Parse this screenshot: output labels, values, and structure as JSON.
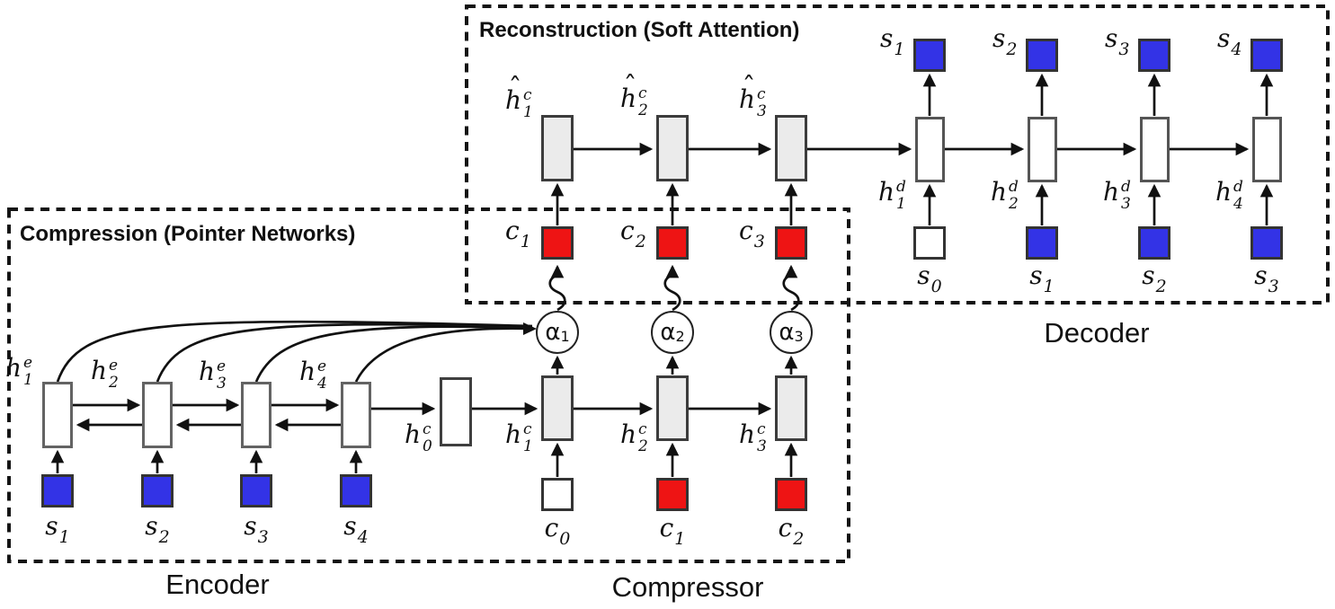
{
  "colors": {
    "blue": "#3333E6",
    "red": "#EE1414",
    "cell_fill": "#EBEBEB",
    "gray_box_border": "#3C3C3C",
    "white_box_border": "#636363",
    "square_border": "#333333",
    "line": "#111111"
  },
  "reconstruction": {
    "title": "Reconstruction (Soft Attention)",
    "hhat_labels": [
      {
        "hat": "ˆ",
        "base": "h",
        "sup": "c",
        "sub": "1"
      },
      {
        "hat": "ˆ",
        "base": "h",
        "sup": "c",
        "sub": "2"
      },
      {
        "hat": "ˆ",
        "base": "h",
        "sup": "c",
        "sub": "3"
      }
    ],
    "c_labels": [
      {
        "base": "c",
        "sub": "1"
      },
      {
        "base": "c",
        "sub": "2"
      },
      {
        "base": "c",
        "sub": "3"
      }
    ]
  },
  "decoder": {
    "caption": "Decoder",
    "top_s_labels": [
      {
        "base": "s",
        "sub": "1"
      },
      {
        "base": "s",
        "sub": "2"
      },
      {
        "base": "s",
        "sub": "3"
      },
      {
        "base": "s",
        "sub": "4"
      }
    ],
    "h_labels": [
      {
        "base": "h",
        "sup": "d",
        "sub": "1"
      },
      {
        "base": "h",
        "sup": "d",
        "sub": "2"
      },
      {
        "base": "h",
        "sup": "d",
        "sub": "3"
      },
      {
        "base": "h",
        "sup": "d",
        "sub": "4"
      }
    ],
    "bottom_s_labels": [
      {
        "base": "s",
        "sub": "0"
      },
      {
        "base": "s",
        "sub": "1"
      },
      {
        "base": "s",
        "sub": "2"
      },
      {
        "base": "s",
        "sub": "3"
      }
    ]
  },
  "compression": {
    "title": "Compression (Pointer Networks)",
    "encoder": {
      "caption": "Encoder",
      "h_labels": [
        {
          "base": "h",
          "sup": "e",
          "sub": "1"
        },
        {
          "base": "h",
          "sup": "e",
          "sub": "2"
        },
        {
          "base": "h",
          "sup": "e",
          "sub": "3"
        },
        {
          "base": "h",
          "sup": "e",
          "sub": "4"
        }
      ],
      "s_labels": [
        {
          "base": "s",
          "sub": "1"
        },
        {
          "base": "s",
          "sub": "2"
        },
        {
          "base": "s",
          "sub": "3"
        },
        {
          "base": "s",
          "sub": "4"
        }
      ]
    },
    "compressor": {
      "caption": "Compressor",
      "h0_label": {
        "base": "h",
        "sup": "c",
        "sub": "0"
      },
      "h_labels": [
        {
          "base": "h",
          "sup": "c",
          "sub": "1"
        },
        {
          "base": "h",
          "sup": "c",
          "sub": "2"
        },
        {
          "base": "h",
          "sup": "c",
          "sub": "3"
        }
      ],
      "c_labels": [
        {
          "base": "c",
          "sub": "0"
        },
        {
          "base": "c",
          "sub": "1"
        },
        {
          "base": "c",
          "sub": "2"
        }
      ],
      "alpha_labels": [
        {
          "base": "α",
          "sub": "1"
        },
        {
          "base": "α",
          "sub": "2"
        },
        {
          "base": "α",
          "sub": "3"
        }
      ]
    }
  }
}
